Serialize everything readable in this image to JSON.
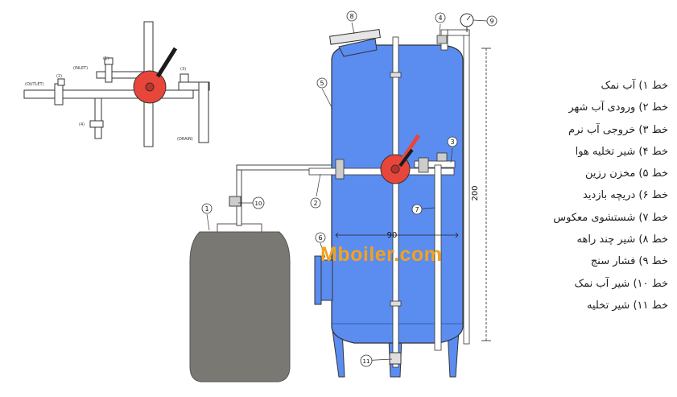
{
  "diagram": {
    "callouts": [
      "1",
      "2",
      "3",
      "4",
      "5",
      "6",
      "7",
      "8",
      "9",
      "10",
      "11"
    ],
    "dimensions": {
      "width": "90",
      "height": "200"
    },
    "small_labels": {
      "inlet": "(INLET)",
      "outlet": "(OUTLET)",
      "drain": "(DRAIN)"
    },
    "small_markers": [
      "(1)",
      "(2)",
      "(3)",
      "(4)"
    ]
  },
  "legend": {
    "items": [
      "خط ۱) آب نمک",
      "خط ۲) ورودی آب شهر",
      "خط ۳) خروجی آب نرم",
      "خط ۴) شیر تخلیه هوا",
      "خط ۵) مخزن رزین",
      "خط ۶) دریچه بازدید",
      "خط ۷) شستشوی معکوس",
      "خط ۸) شیر چند راهه",
      "خط ۹) فشار سنج",
      "خط ۱۰) شیر آب نمک",
      "خط ۱۱) شیر تخلیه"
    ]
  },
  "watermark": "Mboiler.com",
  "colors": {
    "tank": "#5b8df0",
    "brine_tank": "#7a7873",
    "valve": "#e8463b",
    "handle": "#1b1b1b",
    "watermark": "#f2a21c"
  }
}
